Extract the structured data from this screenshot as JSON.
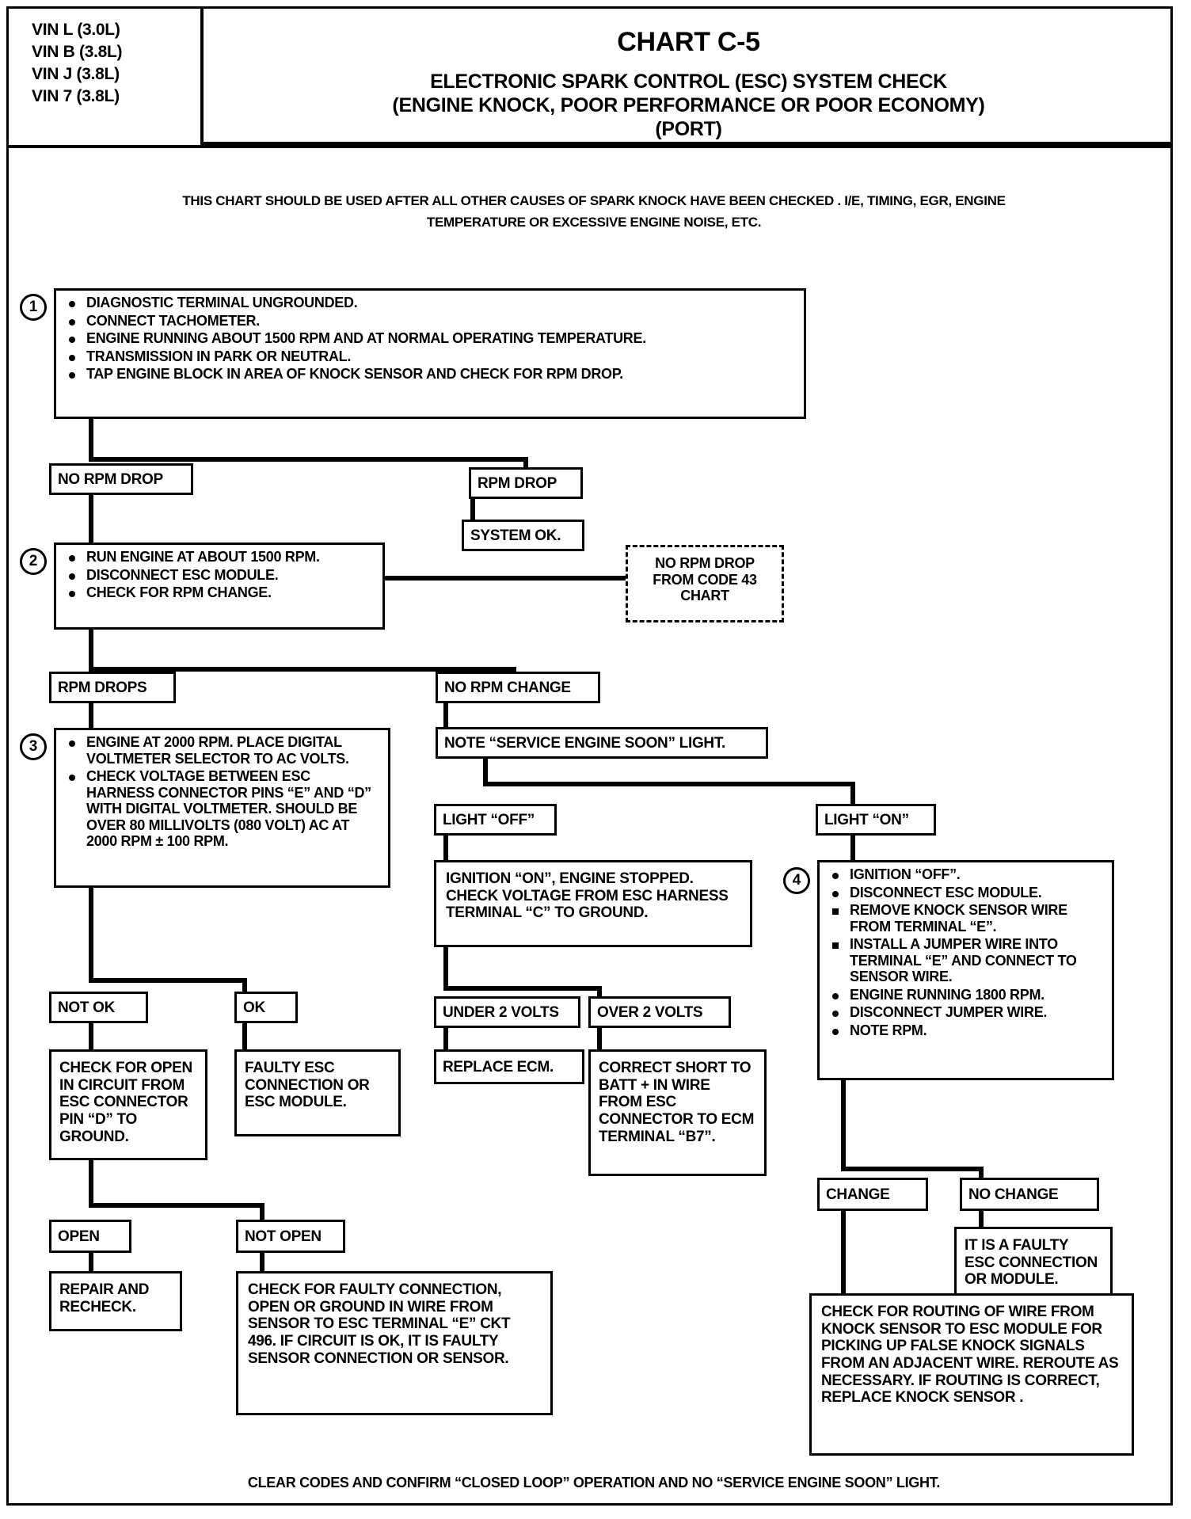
{
  "page": {
    "vin_list": [
      "VIN L (3.0L)",
      "VIN B (3.8L)",
      "VIN J (3.8L)",
      "VIN 7 (3.8L)"
    ],
    "chart_number": "CHART C-5",
    "title_line1": "ELECTRONIC SPARK CONTROL (ESC) SYSTEM CHECK",
    "title_line2": "(ENGINE KNOCK, POOR PERFORMANCE OR POOR ECONOMY)",
    "title_line3": "(PORT)",
    "intro_line1": "THIS CHART SHOULD BE USED AFTER ALL OTHER CAUSES OF SPARK KNOCK HAVE BEEN CHECKED . I/E, TIMING, EGR, ENGINE",
    "intro_line2": "TEMPERATURE OR EXCESSIVE ENGINE NOISE, ETC.",
    "footer": "CLEAR CODES AND CONFIRM “CLOSED LOOP” OPERATION AND NO “SERVICE ENGINE SOON” LIGHT."
  },
  "steps": {
    "s1": "1",
    "s2": "2",
    "s3": "3",
    "s4": "4"
  },
  "nodes": {
    "step1": {
      "bullets": [
        "DIAGNOSTIC TERMINAL UNGROUNDED.",
        "CONNECT TACHOMETER.",
        "ENGINE RUNNING ABOUT 1500 RPM AND AT NORMAL OPERATING TEMPERATURE.",
        "TRANSMISSION IN PARK OR NEUTRAL.",
        "TAP ENGINE BLOCK IN AREA OF KNOCK SENSOR AND CHECK FOR RPM DROP."
      ]
    },
    "no_rpm_drop": "NO RPM DROP",
    "rpm_drop": "RPM DROP",
    "system_ok": "SYSTEM OK.",
    "code43": "NO RPM DROP\nFROM CODE 43\nCHART",
    "code43_l1": "NO RPM DROP",
    "code43_l2": "FROM CODE 43",
    "code43_l3": "CHART",
    "step2": {
      "bullets": [
        "RUN ENGINE AT ABOUT 1500 RPM.",
        "DISCONNECT ESC MODULE.",
        "CHECK FOR RPM CHANGE."
      ]
    },
    "rpm_drops": "RPM DROPS",
    "no_rpm_change": "NO RPM CHANGE",
    "step3": {
      "bullets": [
        "ENGINE AT 2000 RPM.  PLACE DIGITAL VOLTMETER SELECTOR TO AC VOLTS.",
        "CHECK VOLTAGE BETWEEN ESC HARNESS CONNECTOR PINS “E” AND “D” WITH DIGITAL VOLTMETER. SHOULD BE OVER 80 MILLIVOLTS (080 VOLT) AC AT 2000 RPM ± 100 RPM."
      ]
    },
    "note_light": "NOTE “SERVICE ENGINE SOON” LIGHT.",
    "light_off": "LIGHT “OFF”",
    "light_on": "LIGHT “ON”",
    "ignition_on_box": "IGNITION “ON”, ENGINE STOPPED. CHECK VOLTAGE FROM ESC HARNESS TERMINAL “C” TO GROUND.",
    "step4": {
      "bullets": [
        "IGNITION “OFF”.",
        "DISCONNECT ESC MODULE.",
        "REMOVE KNOCK SENSOR WIRE FROM TERMINAL “E”.",
        "INSTALL A JUMPER WIRE INTO TERMINAL “E” AND CONNECT TO SENSOR WIRE.",
        "ENGINE RUNNING 1800 RPM.",
        "DISCONNECT JUMPER WIRE.",
        "NOTE RPM."
      ]
    },
    "not_ok": "NOT OK",
    "ok": "OK",
    "under_2_volts": "UNDER 2 VOLTS",
    "over_2_volts": "OVER 2 VOLTS",
    "check_open_circuit": "CHECK FOR OPEN IN CIRCUIT FROM ESC CONNECTOR PIN “D” TO GROUND.",
    "faulty_esc": "FAULTY ESC CONNECTION OR ESC MODULE.",
    "replace_ecm": "REPLACE ECM.",
    "correct_short": "CORRECT SHORT TO BATT + IN WIRE FROM ESC CONNECTOR TO ECM TERMINAL “B7”.",
    "change": "CHANGE",
    "no_change": "NO CHANGE",
    "faulty_esc2": "IT IS A FAULTY ESC CONNECTION OR MODULE.",
    "open": "OPEN",
    "not_open": "NOT OPEN",
    "repair_recheck": "REPAIR  AND RECHECK.",
    "check_faulty_connection": "CHECK FOR FAULTY CONNECTION, OPEN OR GROUND IN WIRE FROM SENSOR TO ESC TERMINAL “E” CKT 496. IF CIRCUIT IS OK, IT IS FAULTY SENSOR CONNECTION OR SENSOR.",
    "check_routing": "CHECK FOR ROUTING OF WIRE FROM KNOCK SENSOR TO ESC MODULE FOR PICKING UP FALSE KNOCK SIGNALS FROM AN ADJACENT WIRE. REROUTE AS NECESSARY. IF ROUTING IS CORRECT, REPLACE KNOCK SENSOR ."
  }
}
